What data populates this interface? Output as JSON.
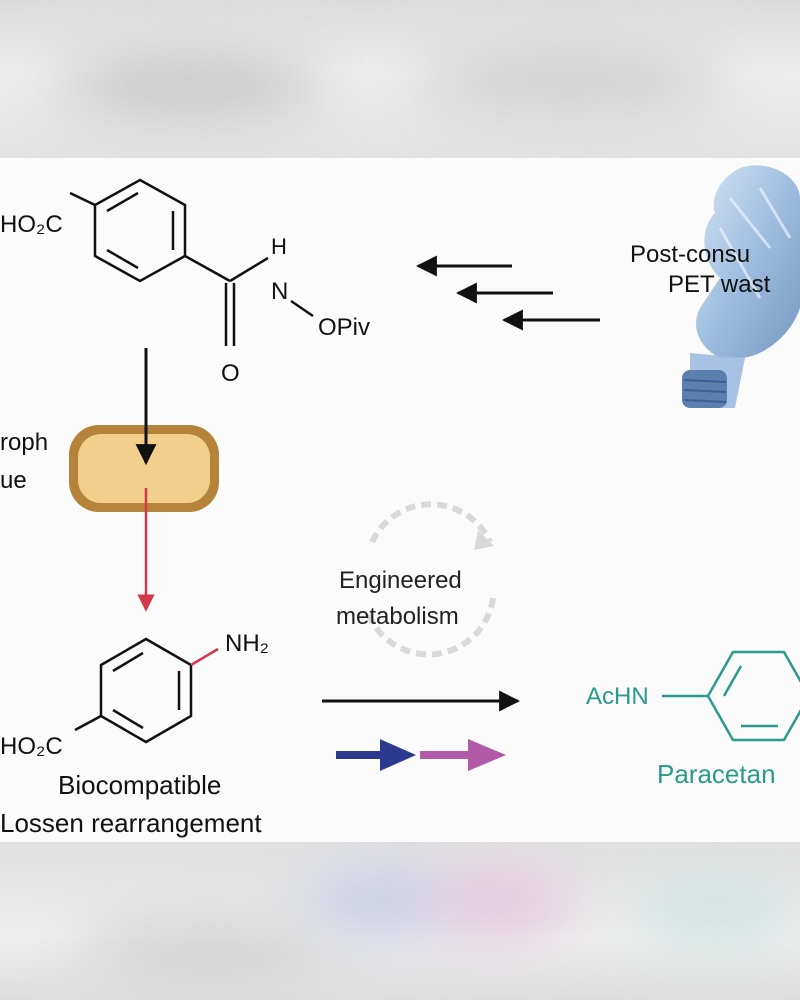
{
  "colors": {
    "black": "#111111",
    "red_arrow": "#d23a4a",
    "teal": "#2a9a8c",
    "navy_arrow": "#2b3a8f",
    "magenta_arrow": "#b05aa8",
    "cell_fill": "#f2cf8a",
    "cell_border": "#b5843a"
  },
  "diagram": {
    "pet_label_line1": "Post-consu",
    "pet_label_line2": "PET wast",
    "top_molecule": {
      "substituent_left": "HO₂C",
      "h_label": "H",
      "n_label": "N",
      "opiv_label": "OPiv",
      "o_label": "O"
    },
    "cell_label_line1": "roph",
    "cell_label_line2": "ue",
    "engineered_line1": "Engineered",
    "engineered_line2": "metabolism",
    "paba": {
      "nh2_label": "NH₂",
      "substituent_left": "HO₂C"
    },
    "caption_line1": "Biocompatible",
    "caption_line2": "Lossen rearrangement",
    "product": {
      "achn_label": "AcHN",
      "name": "Paracetan"
    }
  }
}
